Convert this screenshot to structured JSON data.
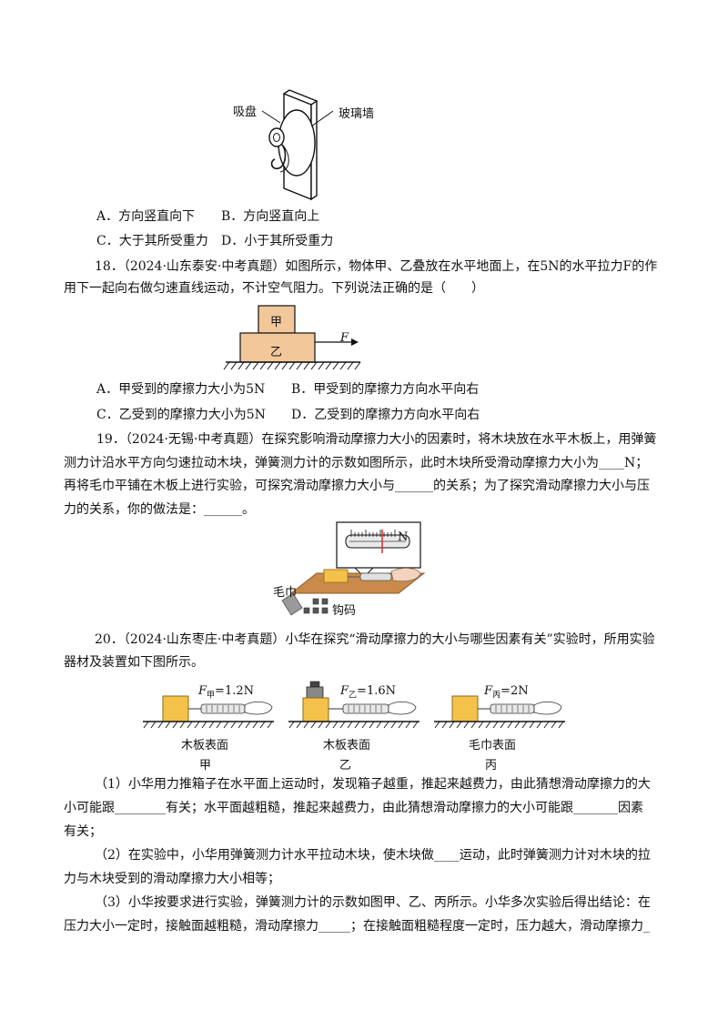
{
  "q17": {
    "figure": {
      "label_suction": "吸盘",
      "label_glass": "玻璃墙"
    },
    "options": {
      "a": "A．方向竖直向下",
      "b": "B．方向竖直向上",
      "c": "C．大于其所受重力",
      "d": "D．小于其所受重力"
    }
  },
  "q18": {
    "stem_line1": "18．（2024·山东泰安·中考真题）如图所示，物体甲、乙叠放在水平地面上，在5N的水平拉力F的作",
    "stem_line2": "用下一起向右做匀速直线运动，不计空气阻力。下列说法正确的是（　　）",
    "figure": {
      "upper": "甲",
      "lower": "乙",
      "force": "F"
    },
    "options": {
      "a": "A．甲受到的摩擦力大小为5N",
      "b": "B．甲受到的摩擦力方向水平向右",
      "c": "C．乙受到的摩擦力大小为5N",
      "d": "D．乙受到的摩擦力方向水平向右"
    }
  },
  "q19": {
    "line1": "19．（2024·无锡·中考真题）在探究影响滑动摩擦力大小的因素时，将木块放在水平木板上，用弹簧",
    "line2": "测力计沿水平方向匀速拉动木块，弹簧测力计的示数如图所示，此时木块所受滑动摩擦力大小为____N；",
    "line3": "再将毛巾平铺在木板上进行实验，可探究滑动摩擦力大小与______的关系；为了探究滑动摩擦力大小与压",
    "line4": "力的关系，你的做法是：______。",
    "figure": {
      "towel": "毛巾",
      "weights": "钩码",
      "unit": "N"
    }
  },
  "q20": {
    "stem_line1": "20．（2024·山东枣庄·中考真题）小华在探究“滑动摩擦力的大小与哪些因素有关”实验时，所用实验",
    "stem_line2": "器材及装置如下图所示。",
    "setups": [
      {
        "force": "F",
        "sub": "甲",
        "value": "=1.2N",
        "surface": "木板表面",
        "name": "甲"
      },
      {
        "force": "F",
        "sub": "乙",
        "value": "=1.6N",
        "surface": "木板表面",
        "name": "乙"
      },
      {
        "force": "F",
        "sub": "丙",
        "value": "=2N",
        "surface": "毛巾表面",
        "name": "丙"
      }
    ],
    "p1_line1": "（1）小华用力推箱子在水平面上运动时，发现箱子越重，推起来越费力，由此猜想滑动摩擦力的大",
    "p1_line2": "小可能跟________有关；水平面越粗糙，推起来越费力，由此猜想滑动摩擦力的大小可能跟_______因素",
    "p1_line3": "有关；",
    "p2_line1": "（2）在实验中，小华用弹簧测力计水平拉动木块，使木块做____运动，此时弹簧测力计对木块的拉",
    "p2_line2": "力与木块受到的滑动摩擦力大小相等；",
    "p3_line1": "（3）小华按要求进行实验，弹簧测力计的示数如图甲、乙、丙所示。小华多次实验后得出结论：在",
    "p3_line2": "压力大小一定时，接触面越粗糙，滑动摩擦力_____；在接触面粗糙程度一定时，压力越大，滑动摩擦力_"
  }
}
